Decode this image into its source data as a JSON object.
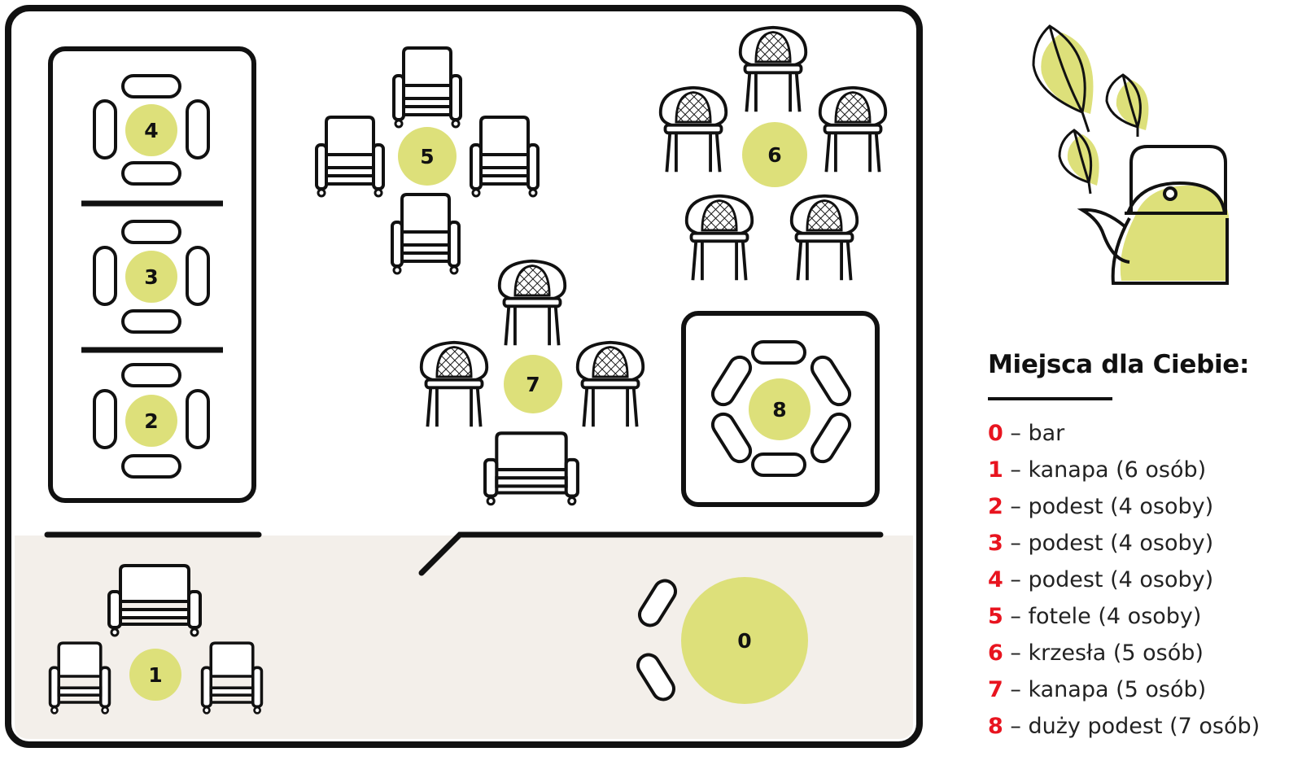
{
  "colors": {
    "accent": "#dde07a",
    "bar_area": "#f3efea",
    "outline": "#111111",
    "legend_number": "#e8141f"
  },
  "zones": {
    "z0": "0",
    "z1": "1",
    "z2": "2",
    "z3": "3",
    "z4": "4",
    "z5": "5",
    "z6": "6",
    "z7": "7",
    "z8": "8"
  },
  "legend": {
    "title": "Miejsca dla Ciebie:",
    "items": [
      {
        "num": "0",
        "text": " – bar"
      },
      {
        "num": "1",
        "text": " – kanapa (6 osób)"
      },
      {
        "num": "2",
        "text": " – podest (4 osoby)"
      },
      {
        "num": "3",
        "text": " – podest (4 osoby)"
      },
      {
        "num": "4",
        "text": " – podest (4 osoby)"
      },
      {
        "num": "5",
        "text": " – fotele (4 osoby)"
      },
      {
        "num": "6",
        "text": " – krzesła (5 osób)"
      },
      {
        "num": "7",
        "text": " – kanapa (5 osób)"
      },
      {
        "num": "8",
        "text": " – duży podest (7 osób)"
      }
    ]
  },
  "icons": {
    "armchair": "armchair-icon",
    "sofa": "sofa-icon",
    "rattan_chair": "rattan-chair-icon",
    "cushion": "cushion-icon",
    "teapot": "teapot-icon",
    "leaf": "leaf-icon"
  }
}
